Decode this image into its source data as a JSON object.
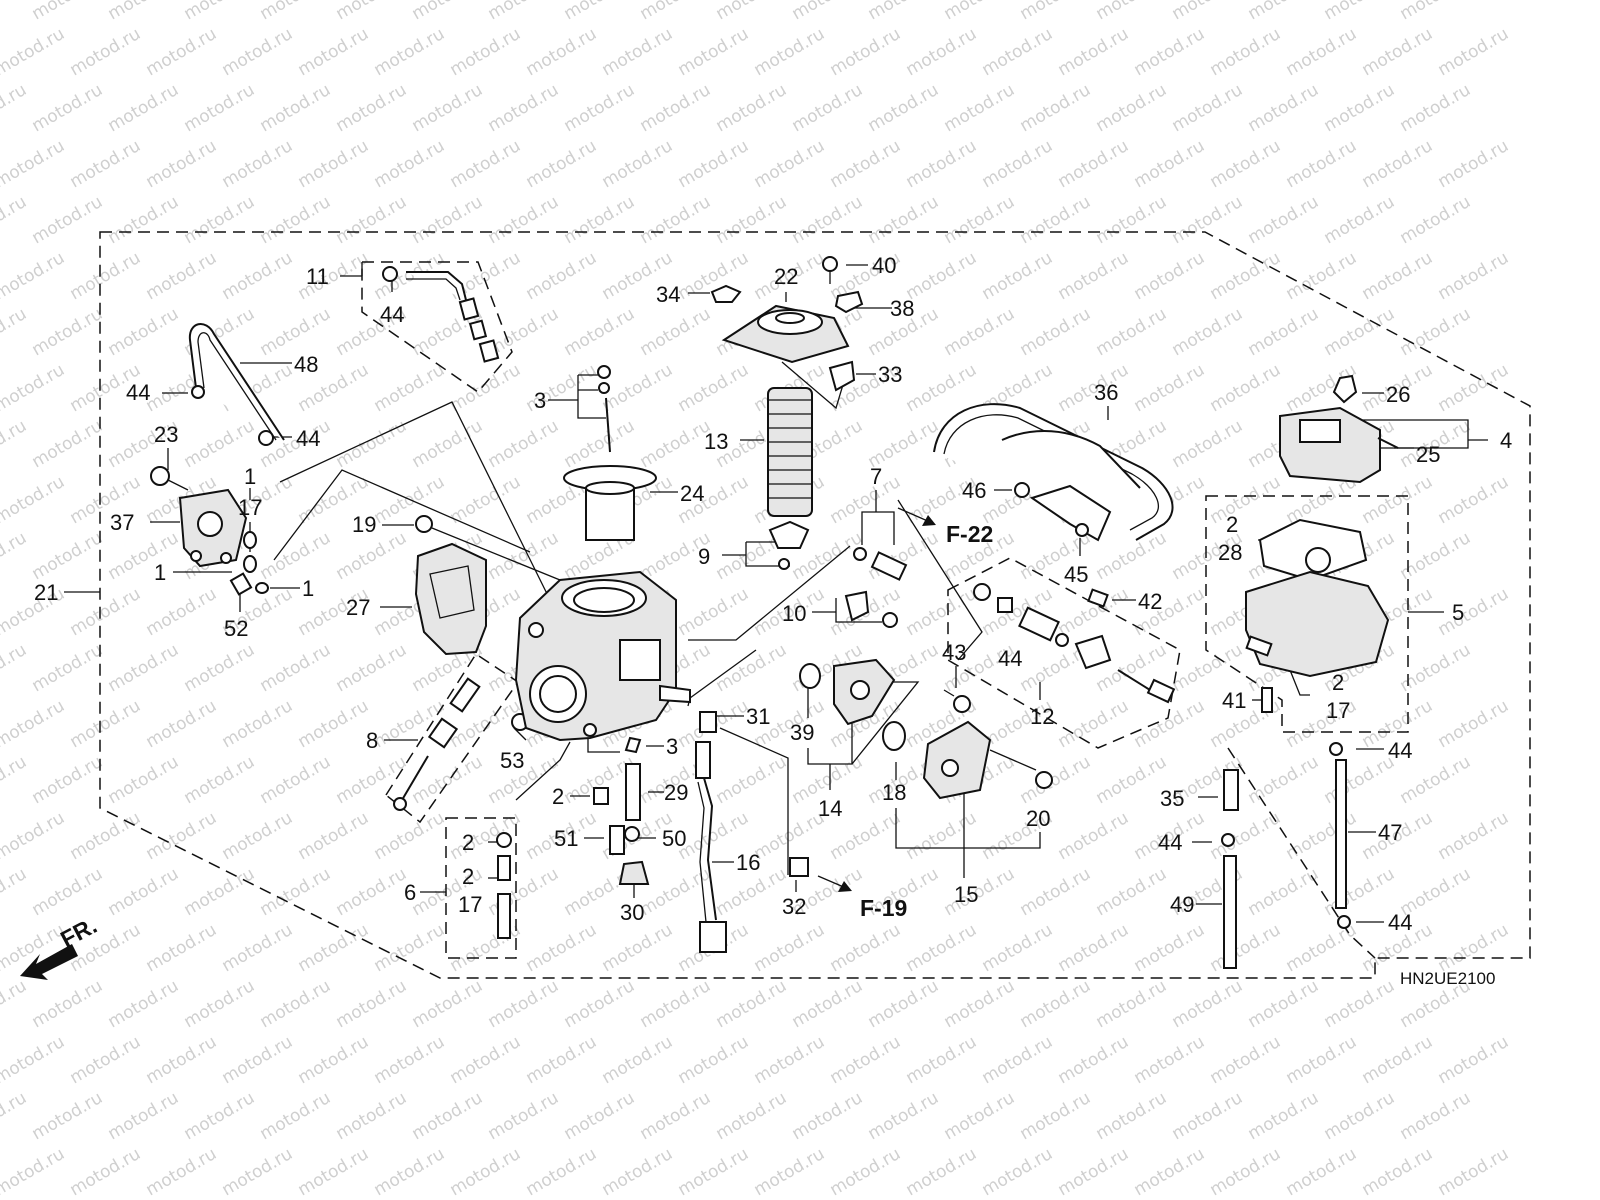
{
  "watermark": "motod.ru",
  "diagram_code": "HN2UE2100",
  "direction_marker": "FR.",
  "references": [
    "F-22",
    "F-19"
  ],
  "callouts": [
    {
      "id": "c11",
      "text": "11"
    },
    {
      "id": "c44a",
      "text": "44"
    },
    {
      "id": "c48",
      "text": "48"
    },
    {
      "id": "c44b",
      "text": "44"
    },
    {
      "id": "c44c",
      "text": "44"
    },
    {
      "id": "c23",
      "text": "23"
    },
    {
      "id": "c1a",
      "text": "1"
    },
    {
      "id": "c17a",
      "text": "17"
    },
    {
      "id": "c37",
      "text": "37"
    },
    {
      "id": "c1b",
      "text": "1"
    },
    {
      "id": "c1c",
      "text": "1"
    },
    {
      "id": "c52",
      "text": "52"
    },
    {
      "id": "c21",
      "text": "21"
    },
    {
      "id": "c19",
      "text": "19"
    },
    {
      "id": "c27",
      "text": "27"
    },
    {
      "id": "c8",
      "text": "8"
    },
    {
      "id": "c53",
      "text": "53"
    },
    {
      "id": "c3a",
      "text": "3"
    },
    {
      "id": "c24",
      "text": "24"
    },
    {
      "id": "c34",
      "text": "34"
    },
    {
      "id": "c22",
      "text": "22"
    },
    {
      "id": "c40",
      "text": "40"
    },
    {
      "id": "c38",
      "text": "38"
    },
    {
      "id": "c33",
      "text": "33"
    },
    {
      "id": "c13",
      "text": "13"
    },
    {
      "id": "c9",
      "text": "9"
    },
    {
      "id": "c7",
      "text": "7"
    },
    {
      "id": "c10",
      "text": "10"
    },
    {
      "id": "c36",
      "text": "36"
    },
    {
      "id": "c46",
      "text": "46"
    },
    {
      "id": "c45",
      "text": "45"
    },
    {
      "id": "c42",
      "text": "42"
    },
    {
      "id": "c44d",
      "text": "44"
    },
    {
      "id": "c12",
      "text": "12"
    },
    {
      "id": "c43",
      "text": "43"
    },
    {
      "id": "c39",
      "text": "39"
    },
    {
      "id": "c14",
      "text": "14"
    },
    {
      "id": "c18",
      "text": "18"
    },
    {
      "id": "c20",
      "text": "20"
    },
    {
      "id": "c15",
      "text": "15"
    },
    {
      "id": "c31",
      "text": "31"
    },
    {
      "id": "c3b",
      "text": "3"
    },
    {
      "id": "c29",
      "text": "29"
    },
    {
      "id": "c2a",
      "text": "2"
    },
    {
      "id": "c51",
      "text": "51"
    },
    {
      "id": "c50",
      "text": "50"
    },
    {
      "id": "c30",
      "text": "30"
    },
    {
      "id": "c16",
      "text": "16"
    },
    {
      "id": "c32",
      "text": "32"
    },
    {
      "id": "c6",
      "text": "6"
    },
    {
      "id": "c2b",
      "text": "2"
    },
    {
      "id": "c2c",
      "text": "2"
    },
    {
      "id": "c17b",
      "text": "17"
    },
    {
      "id": "c26",
      "text": "26"
    },
    {
      "id": "c4",
      "text": "4"
    },
    {
      "id": "c25",
      "text": "25"
    },
    {
      "id": "c2d",
      "text": "2"
    },
    {
      "id": "c28",
      "text": "28"
    },
    {
      "id": "c5",
      "text": "5"
    },
    {
      "id": "c41",
      "text": "41"
    },
    {
      "id": "c2e",
      "text": "2"
    },
    {
      "id": "c17c",
      "text": "17"
    },
    {
      "id": "c44e",
      "text": "44"
    },
    {
      "id": "c35",
      "text": "35"
    },
    {
      "id": "c44f",
      "text": "44"
    },
    {
      "id": "c47",
      "text": "47"
    },
    {
      "id": "c49",
      "text": "49"
    },
    {
      "id": "c44g",
      "text": "44"
    }
  ]
}
